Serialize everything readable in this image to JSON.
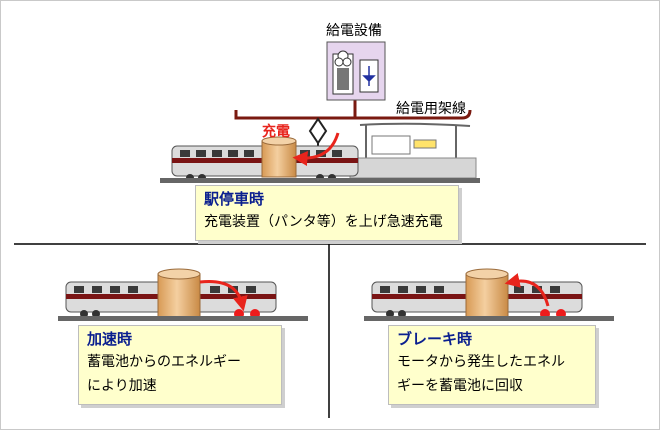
{
  "labels": {
    "power_facility": "給電設備",
    "feeder_line": "給電用架線",
    "charging": "充電"
  },
  "notes": {
    "station_stop": {
      "title": "駅停車時",
      "lines": [
        "充電装置（パンタ等）を上げ急速充電"
      ]
    },
    "acceleration": {
      "title": "加速時",
      "lines": [
        "蓄電池からのエネルギー",
        "により加速"
      ]
    },
    "braking": {
      "title": "ブレーキ時",
      "lines": [
        "モータから発生したエネル",
        "ギーを蓄電池に回収"
      ]
    }
  },
  "colors": {
    "note_bg": "#ffffcc",
    "title_text": "#0a1f8f",
    "arrow_red": "#e8241c",
    "wire": "#7a1a10",
    "battery": "#e9b47a",
    "train_body": "#dcdcdc",
    "train_stripe": "#7a1414",
    "facility_box": "#e6d5ee"
  }
}
